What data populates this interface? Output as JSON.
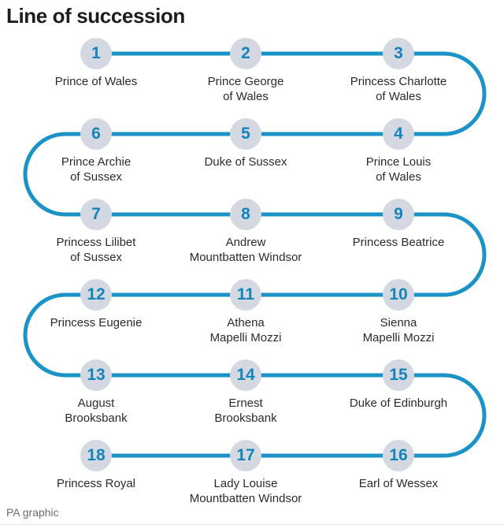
{
  "title": "Line of succession",
  "credit": "PA graphic",
  "colors": {
    "line": "#1b93c6",
    "node_fill": "#d3d8e1",
    "node_number": "#1484bb",
    "name_text": "#2d2a2b",
    "title_text": "#1d1d1b",
    "credit_text": "#6d6d6d"
  },
  "succession": [
    {
      "number": "1",
      "name": "Prince of Wales"
    },
    {
      "number": "2",
      "name": "Prince George\nof Wales"
    },
    {
      "number": "3",
      "name": "Princess Charlotte\nof Wales"
    },
    {
      "number": "4",
      "name": "Prince Louis\nof Wales"
    },
    {
      "number": "5",
      "name": "Duke of Sussex"
    },
    {
      "number": "6",
      "name": "Prince Archie\nof Sussex"
    },
    {
      "number": "7",
      "name": "Princess Lilibet\nof Sussex"
    },
    {
      "number": "8",
      "name": "Andrew\nMountbatten Windsor"
    },
    {
      "number": "9",
      "name": "Princess Beatrice"
    },
    {
      "number": "10",
      "name": "Sienna\nMapelli Mozzi"
    },
    {
      "number": "11",
      "name": "Athena\nMapelli Mozzi"
    },
    {
      "number": "12",
      "name": "Princess Eugenie"
    },
    {
      "number": "13",
      "name": "August\nBrooksbank"
    },
    {
      "number": "14",
      "name": "Ernest\nBrooksbank"
    },
    {
      "number": "15",
      "name": "Duke of Edinburgh"
    },
    {
      "number": "16",
      "name": "Earl of Wessex"
    },
    {
      "number": "17",
      "name": "Lady Louise\nMountbatten Windsor"
    },
    {
      "number": "18",
      "name": "Princess Royal"
    }
  ]
}
